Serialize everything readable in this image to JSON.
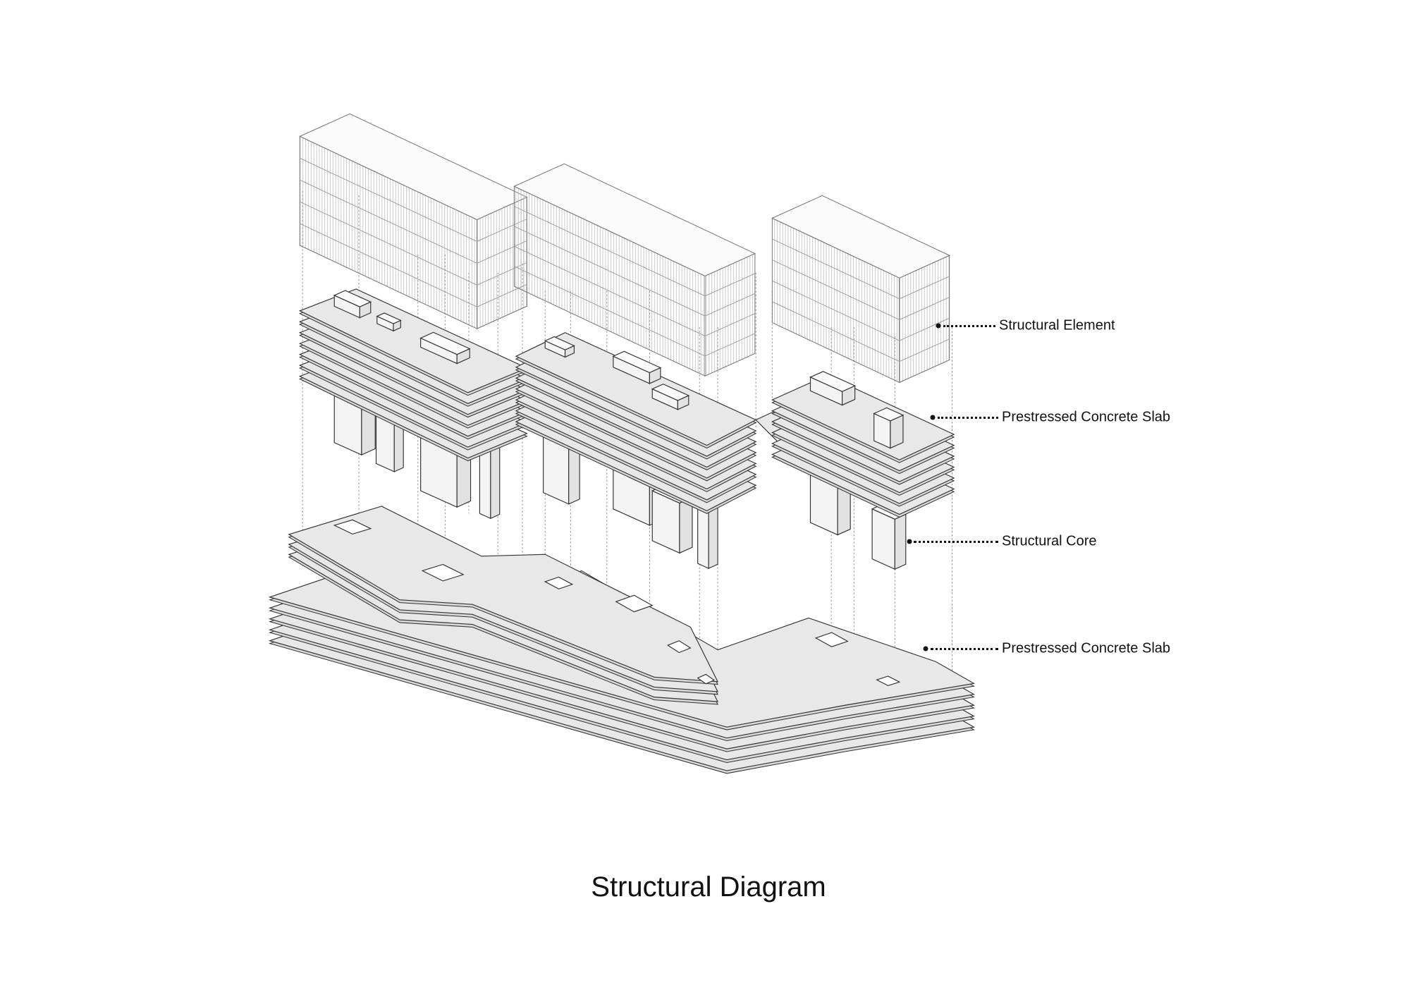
{
  "title": "Structural Diagram",
  "labels": {
    "structural_element": "Structural Element",
    "slab_upper": "Prestressed Concrete Slab",
    "structural_core": "Structural Core",
    "slab_lower": "Prestressed Concrete Slab"
  },
  "colors": {
    "slab_fill": "#e8e8e8",
    "line": "#333333",
    "guide": "#9a9a9a"
  }
}
